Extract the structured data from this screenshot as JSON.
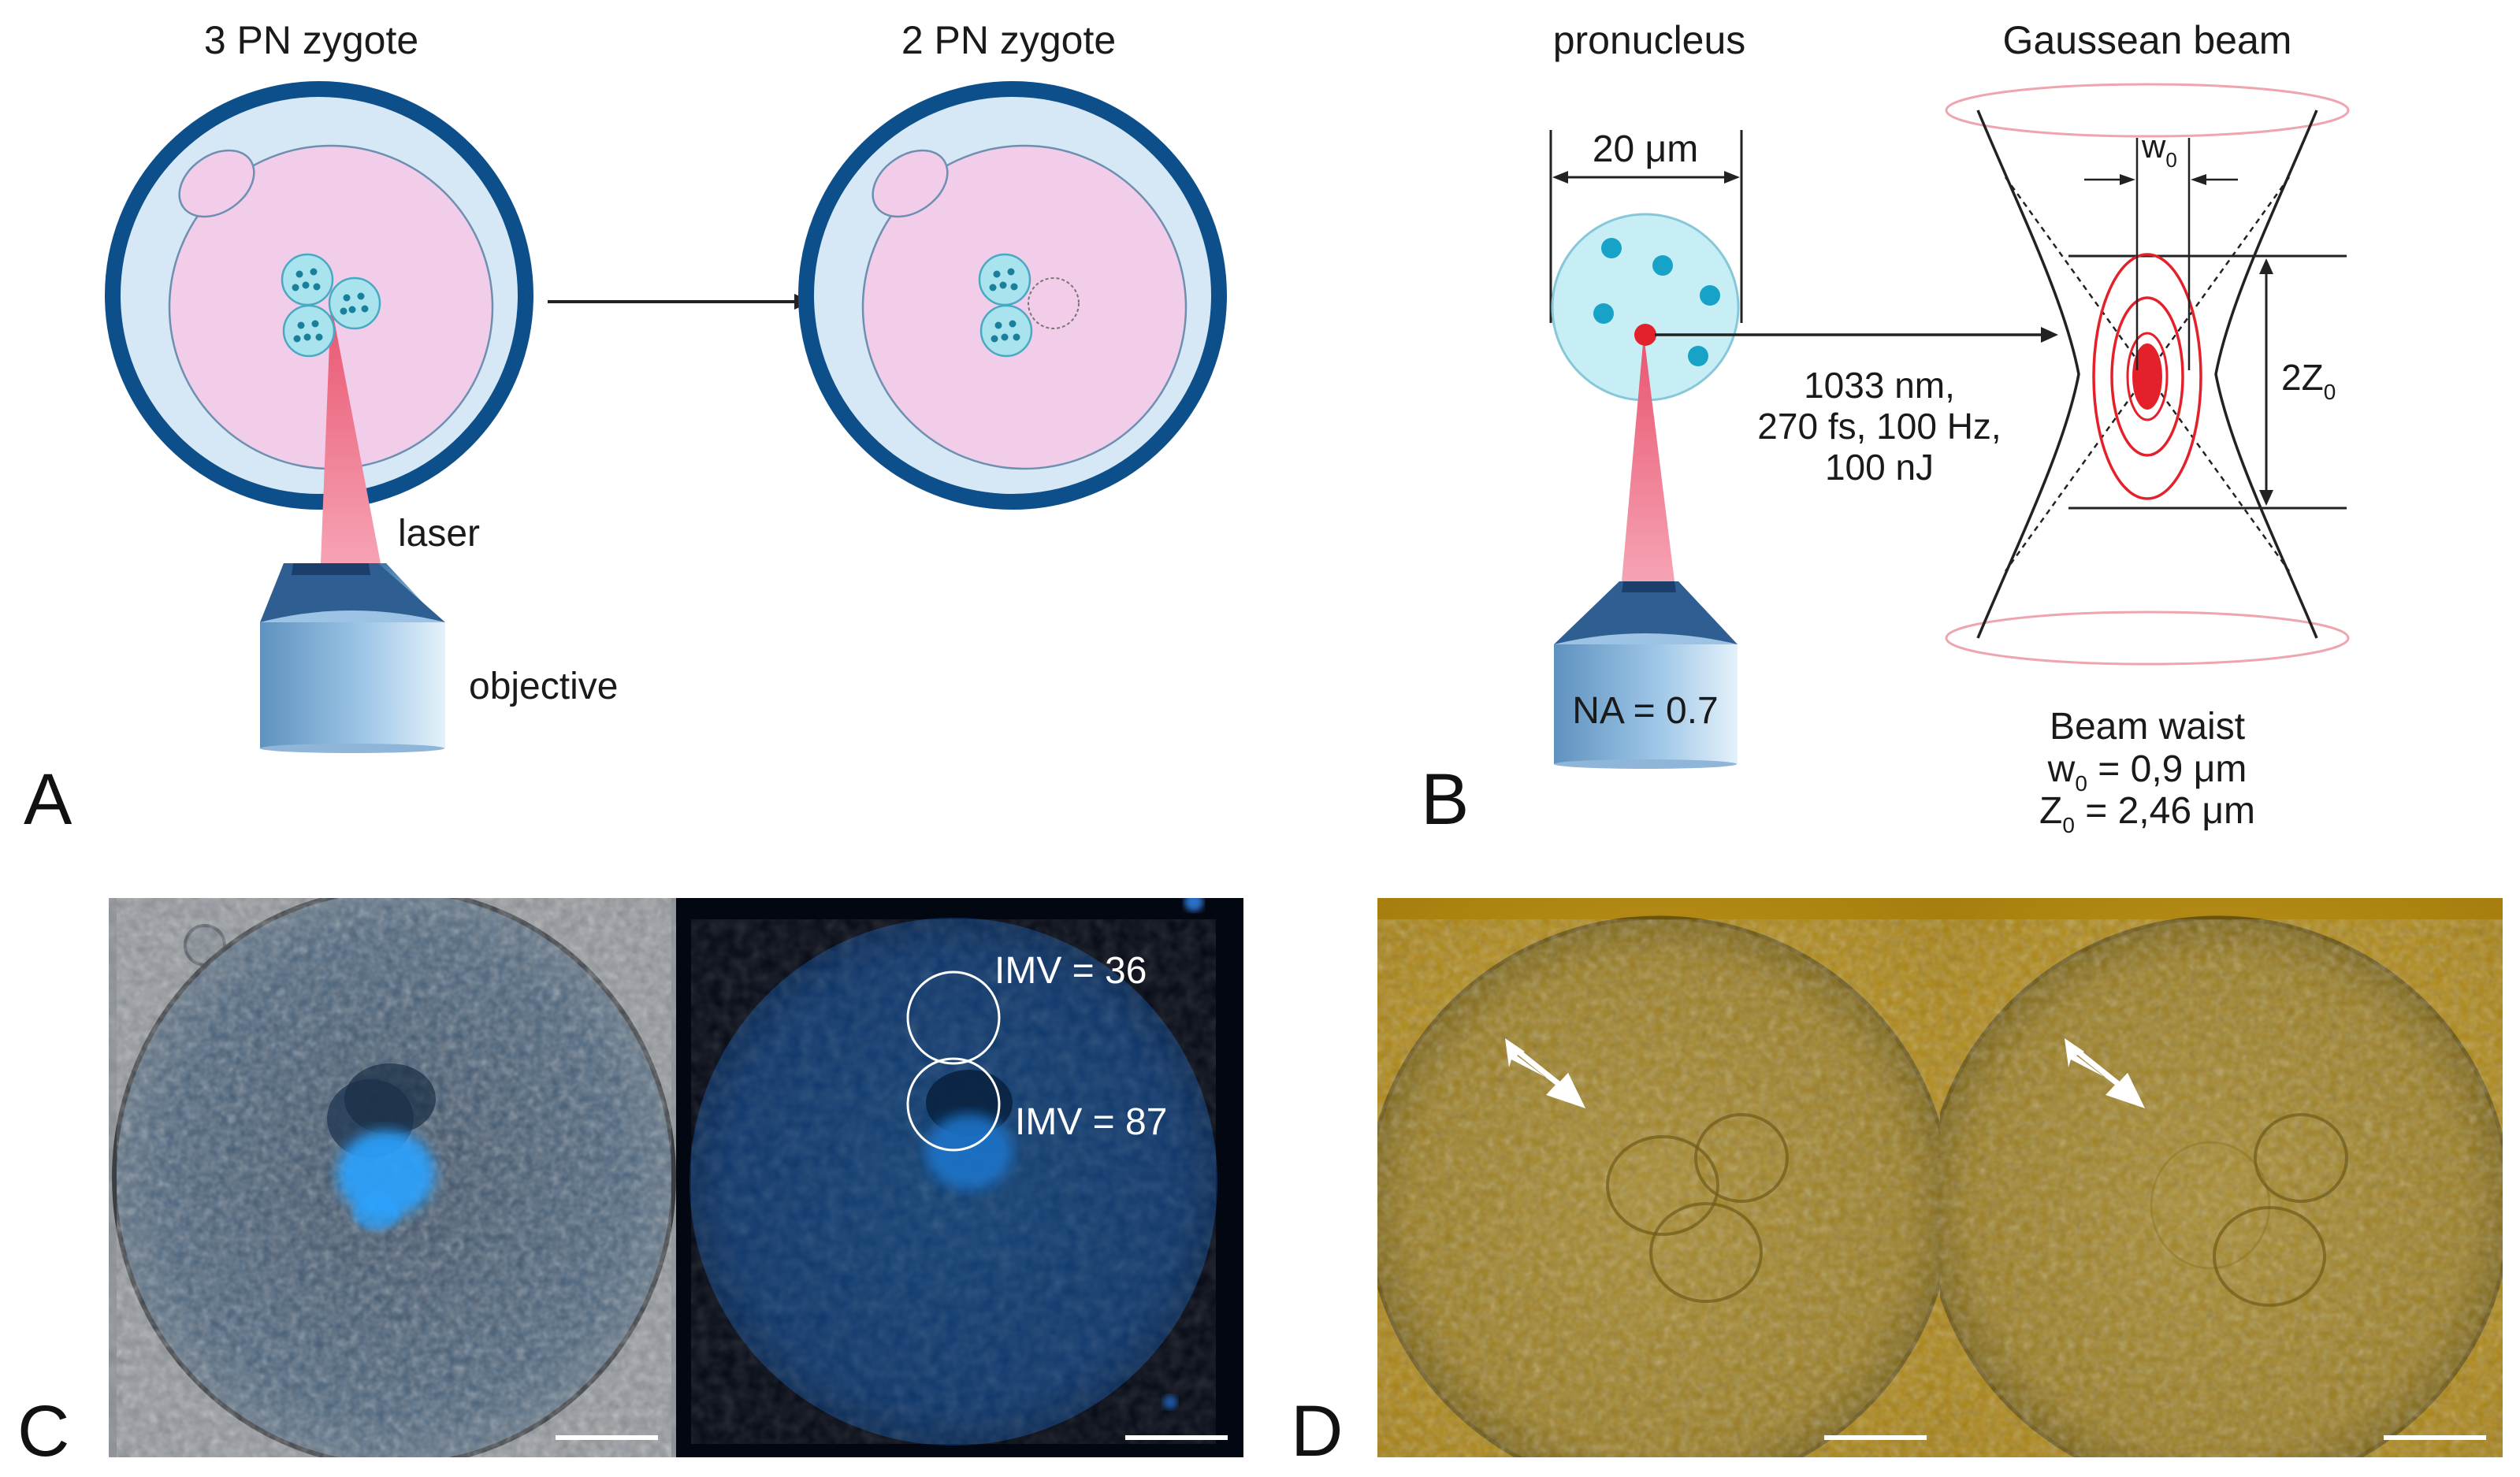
{
  "panels": {
    "a": {
      "letter": "A",
      "zygote_left_title": "3 PN zygote",
      "zygote_right_title": "2 PN zygote",
      "laser_label": "laser",
      "objective_label": "objective"
    },
    "b": {
      "letter": "B",
      "pronucleus_title": "pronucleus",
      "diameter_label": "20 μm",
      "params_line1": "1033 nm,",
      "params_line2": "270 fs, 100 Hz,",
      "params_line3": "100 nJ",
      "na_label": "NA = 0.7",
      "beam_title": "Gaussean beam",
      "w0_symbol": "w",
      "w0_sub": "0",
      "z0_symbol": "2Z",
      "z0_sub": "0",
      "waist_title": "Beam waist",
      "w0_eq_symbol": "w",
      "w0_eq_sub": "0",
      "w0_eq_value": " = 0,9 μm",
      "z0_eq_symbol": "Z",
      "z0_eq_sub": "0",
      "z0_eq_value": " = 2,46 μm"
    },
    "c": {
      "letter": "C",
      "imv_top": "IMV = 36",
      "imv_bottom": "IMV = 87"
    },
    "d": {
      "letter": "D"
    }
  },
  "colors": {
    "zona": "#0d4f8b",
    "perivitelline": "#d6e8f5",
    "cytoplasm": "#f1cdea",
    "pronucleus": "#a8e3ee",
    "pronucleus_dots": "#1a7f9a",
    "laser": "#f07f98",
    "objective": "#7fb2d9",
    "beam_red": "#e4202a",
    "fluor_blue": "#1e7fd6",
    "microscopy_gold": "#b08a14"
  }
}
